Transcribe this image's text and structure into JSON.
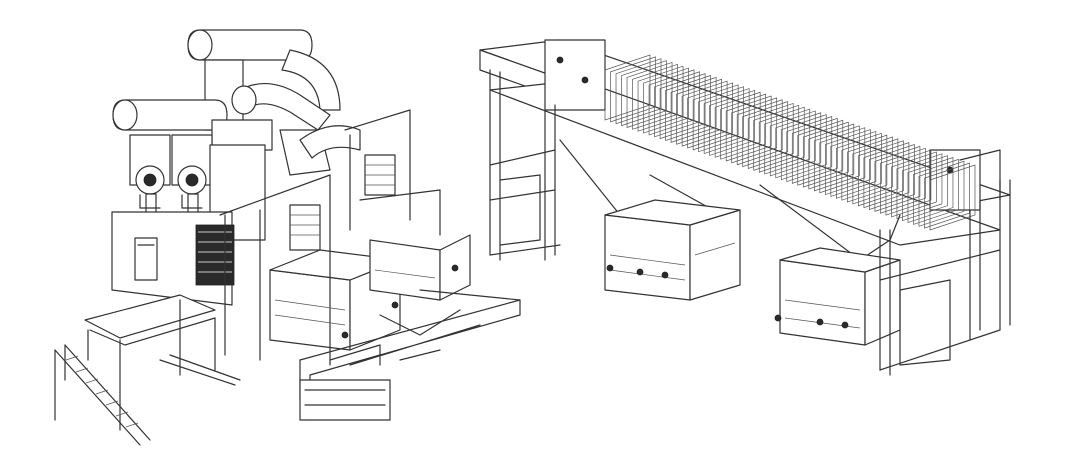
{
  "drawing": {
    "style": "isometric line drawing",
    "colors": {
      "line": "#333333",
      "background": "#ffffff",
      "fill_dark": "#2a2a2a"
    }
  },
  "left_unit": {
    "components": [
      "ducts",
      "blowers",
      "cabinet",
      "filter-tanks",
      "stair-platform",
      "skid-frame"
    ]
  },
  "right_unit": {
    "components": [
      "filter-press-frame",
      "filter-plates",
      "hoppers",
      "collection-tanks",
      "support-legs"
    ],
    "plate_count": 60
  }
}
